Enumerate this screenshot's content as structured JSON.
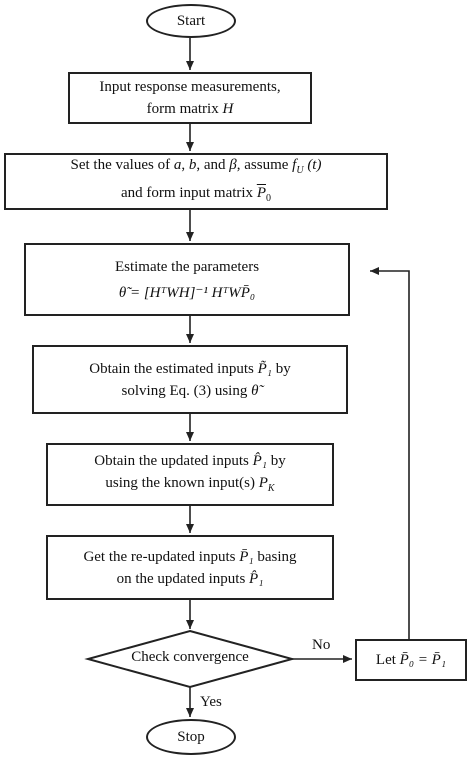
{
  "start": "Start",
  "stop": "Stop",
  "box1": {
    "line1": "Input response measurements,",
    "line2_prefix": "form matrix ",
    "matrix_H": "H"
  },
  "box2": {
    "line1_prefix": "Set the values of ",
    "a": "a",
    "comma1": ", ",
    "b": "b",
    "and": ", and ",
    "beta": "β",
    "assume": ", assume ",
    "fU": "f",
    "fU_sub": "U",
    "fU_arg": " (t)",
    "line2_prefix": "and form input matrix ",
    "P0": "P",
    "P0_sub": "0"
  },
  "box3": {
    "line1": "Estimate the parameters",
    "formula": "θ̃ = [HᵀWH]⁻¹ HᵀWP̄₀"
  },
  "box4": {
    "line1_prefix": "Obtain the estimated inputs ",
    "P1": "P̃₁",
    "line1_suffix": " by",
    "line2_prefix": "solving Eq. (3) using ",
    "theta": "θ̃"
  },
  "box5": {
    "line1_prefix": "Obtain the updated inputs ",
    "P1": "P̂₁",
    "line1_suffix": " by",
    "line2_prefix": "using the known input(s) ",
    "PK": "P",
    "PK_sub": "K"
  },
  "box6": {
    "line1_prefix": "Get the re-updated inputs ",
    "P1": "P̄₁",
    "line1_suffix": " basing",
    "line2_prefix": "on the updated inputs ",
    "P1hat": "P̂₁"
  },
  "decision": "Check convergence",
  "no_label": "No",
  "yes_label": "Yes",
  "let_box": {
    "prefix": "Let ",
    "formula": "P̄₀ = P̄₁"
  }
}
